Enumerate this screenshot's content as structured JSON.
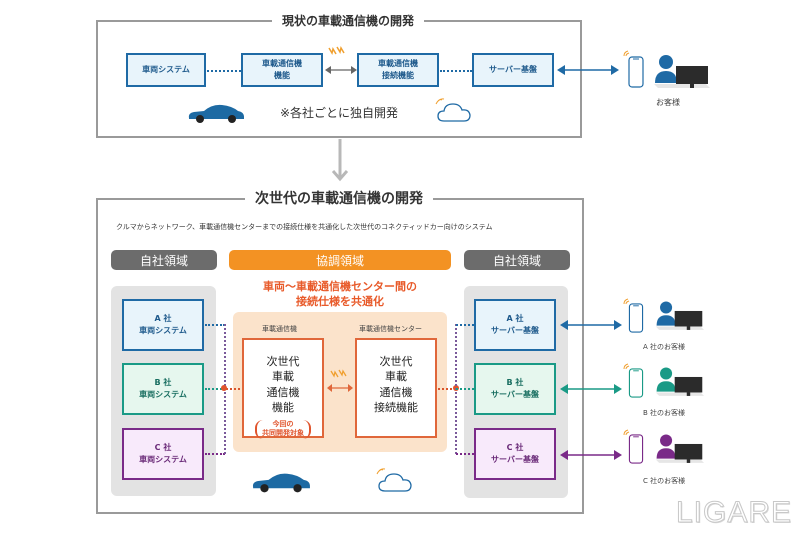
{
  "top_section": {
    "title": "現状の車載通信機の開発",
    "boxes": [
      {
        "line1": "車両システム",
        "line2": ""
      },
      {
        "line1": "車載通信機",
        "line2": "機能"
      },
      {
        "line1": "車載通信機",
        "line2": "接続機能"
      },
      {
        "line1": "サーバー基盤",
        "line2": ""
      }
    ],
    "note": "※各社ごとに独自開発",
    "customer_label": "お客様"
  },
  "bottom_section": {
    "title": "次世代の車載通信機の開発",
    "description": "クルマからネットワーク、車載通信機センターまでの接続仕様を共通化した次世代のコネクティッドカー向けのシステム",
    "region_left": "自社領域",
    "region_center": "協調領域",
    "region_right": "自社領域",
    "center_heading_line1": "車両〜車載通信機センター間の",
    "center_heading_line2": "接続仕様を共通化",
    "left_boxes": [
      {
        "company": "A 社",
        "label": "車両システム"
      },
      {
        "company": "B 社",
        "label": "車両システム"
      },
      {
        "company": "C 社",
        "label": "車両システム"
      }
    ],
    "right_boxes": [
      {
        "company": "A 社",
        "label": "サーバー基盤"
      },
      {
        "company": "B 社",
        "label": "サーバー基盤"
      },
      {
        "company": "C 社",
        "label": "サーバー基盤"
      }
    ],
    "device_caption": "車載通信機",
    "center_caption": "車載通信機センター",
    "device_box": {
      "lines": [
        "次世代",
        "車載",
        "通信機",
        "機能"
      ],
      "note_line1": "今回の",
      "note_line2": "共同開発対象"
    },
    "center_box": {
      "lines": [
        "次世代",
        "車載",
        "通信機",
        "接続機能"
      ]
    },
    "customers": [
      "A 社のお客様",
      "B 社のお客様",
      "C 社のお客様"
    ]
  },
  "colors": {
    "company_a": "#1f6aa5",
    "company_b": "#1a9a86",
    "company_c": "#7a2a88",
    "cooperative": "#f39223",
    "own_region": "#6c6c6c",
    "accent_red": "#e0542c"
  },
  "watermark": "LIGARE"
}
